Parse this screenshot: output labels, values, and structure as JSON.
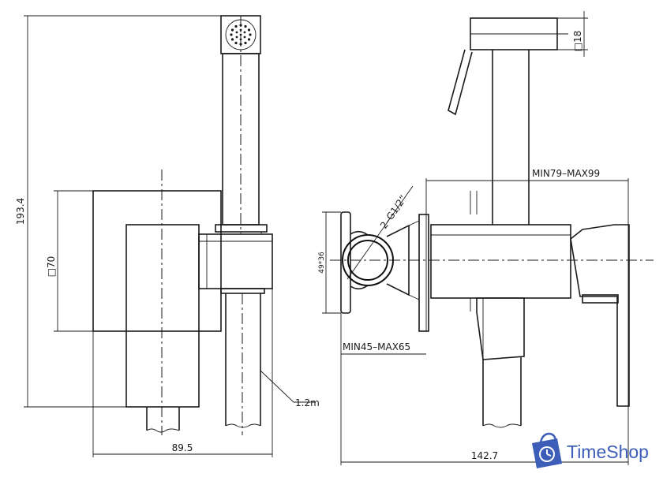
{
  "dimensions": {
    "height_total": "193.4",
    "body_square": "□70",
    "width_front": "89.5",
    "hose_length": "1.2m",
    "head_square": "□18",
    "depth_range": "MIN79–MAX99",
    "thread": "2–G1/2”",
    "inlet_height": "49*36",
    "wall_range": "MIN45–MAX65",
    "depth_total": "142.7"
  },
  "brand": {
    "logo_text": "TimeShop",
    "logo_color": "#3d5eb8",
    "icon": "shopping-bag-clock-icon"
  }
}
